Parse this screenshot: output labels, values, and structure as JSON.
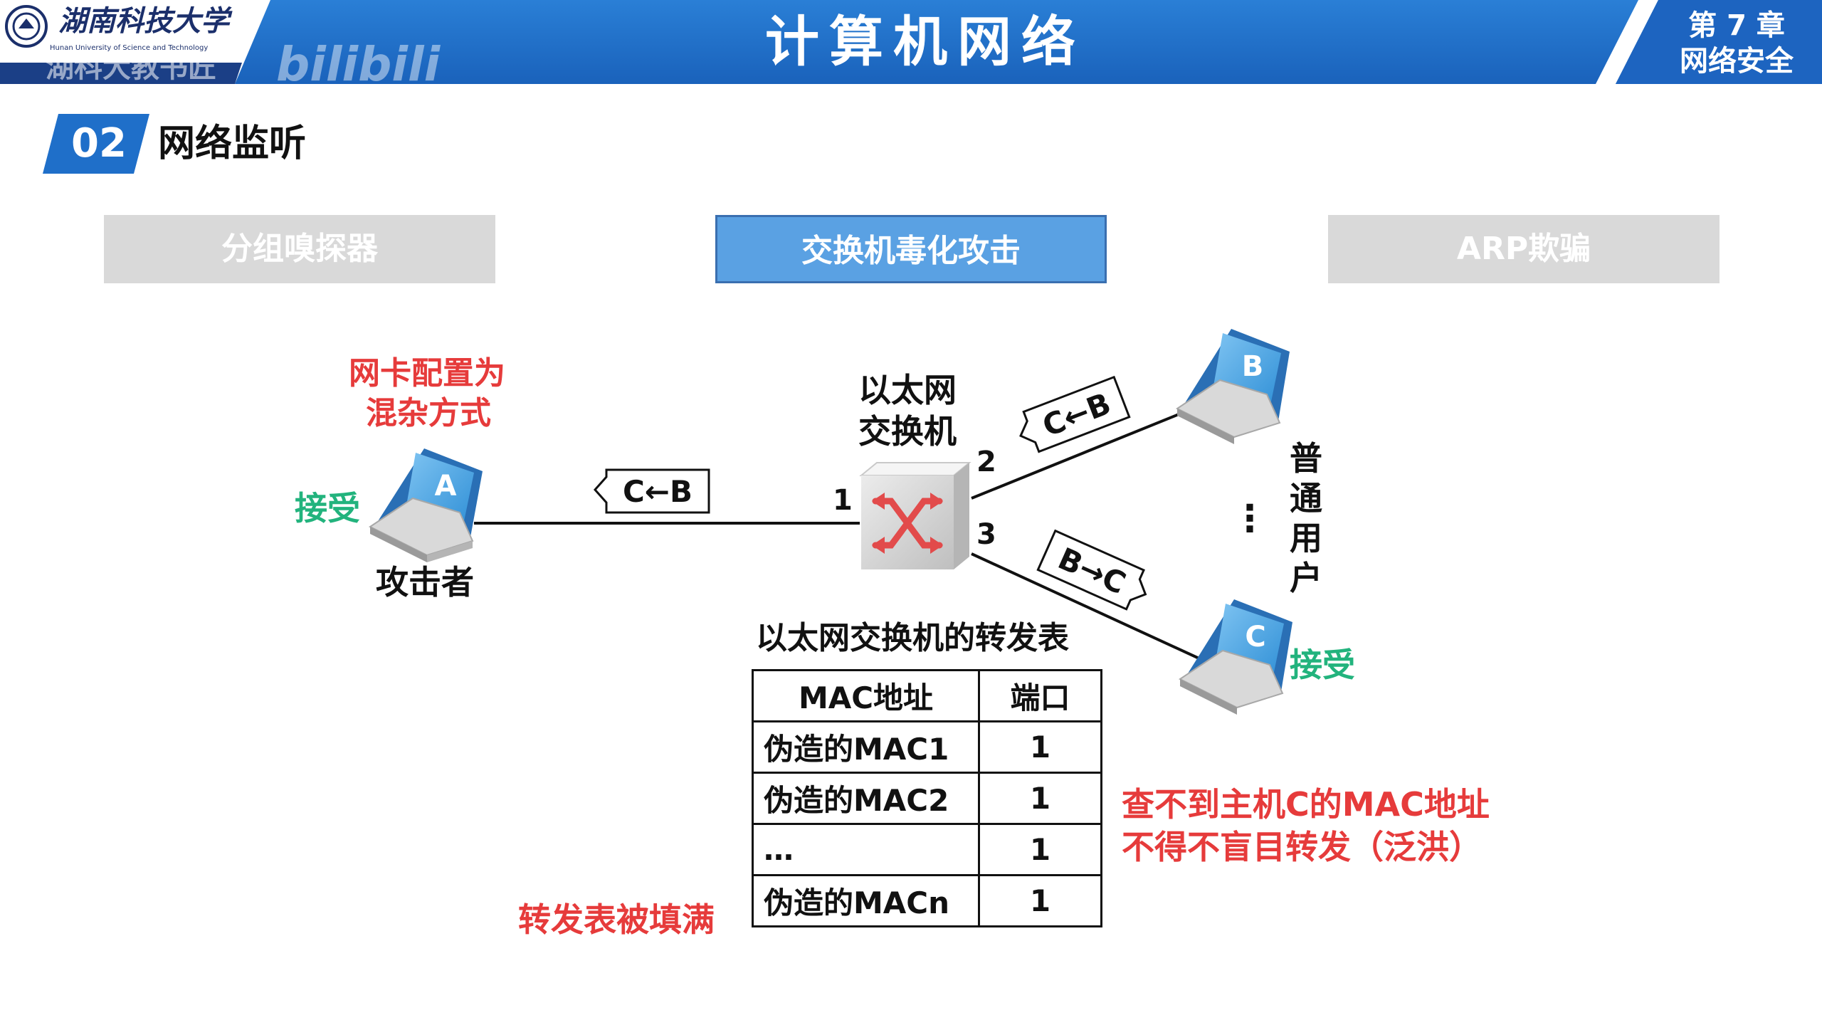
{
  "header": {
    "title": "计算机网络",
    "chapter_number": "第 7 章",
    "chapter_name": "网络安全",
    "logo_cn": "湖南科技大学",
    "logo_en": "Hunan University of Science and Technology",
    "watermark_text": "湖科大教书匠",
    "watermark_logo": "bilibili",
    "colors": {
      "bar": "#1f6fc9",
      "bar_dark": "#174f9c"
    }
  },
  "section": {
    "number": "02",
    "title": "网络监听"
  },
  "tabs": [
    {
      "label": "分组嗅探器",
      "active": false
    },
    {
      "label": "交换机毒化攻击",
      "active": true
    },
    {
      "label": "ARP欺骗",
      "active": false
    }
  ],
  "diagram": {
    "switch_label_line1": "以太网",
    "switch_label_line2": "交换机",
    "port_labels": [
      "1",
      "2",
      "3"
    ],
    "attacker": {
      "letter": "A",
      "name": "攻击者",
      "status": "接受",
      "note_line1": "网卡配置为",
      "note_line2": "混杂方式"
    },
    "host_b": {
      "letter": "B"
    },
    "host_c": {
      "letter": "C",
      "status": "接受"
    },
    "ellipsis": "⋮",
    "users_label": [
      "普",
      "通",
      "用",
      "户"
    ],
    "frames": {
      "to_attacker": "C←B",
      "from_b": "C←B",
      "to_c": "B→C"
    },
    "flood_note_line1": "查不到主机C的MAC地址",
    "flood_note_line2": "不得不盲目转发（泛洪）",
    "table_full_note": "转发表被填满"
  },
  "forwarding_table": {
    "title": "以太网交换机的转发表",
    "headers": [
      "MAC地址",
      "端口"
    ],
    "rows": [
      [
        "伪造的MAC1",
        "1"
      ],
      [
        "伪造的MAC2",
        "1"
      ],
      [
        "…",
        "1"
      ],
      [
        "伪造的MACn",
        "1"
      ]
    ]
  }
}
